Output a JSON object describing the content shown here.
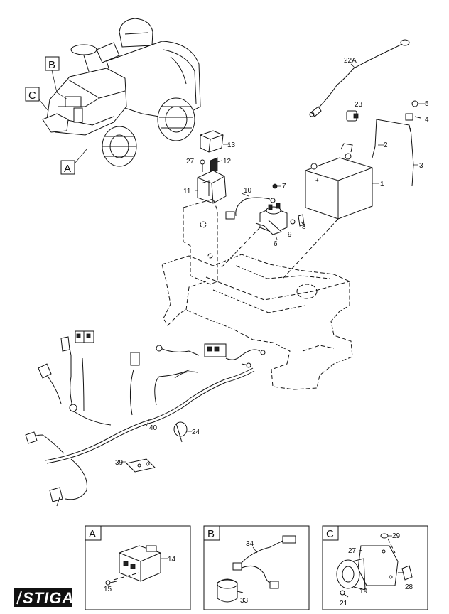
{
  "brand": {
    "logo_text": "STIGA"
  },
  "callouts": {
    "view_a": "A",
    "view_b": "B",
    "view_c": "C",
    "p1": "1",
    "p2": "2",
    "p3": "3",
    "p4": "4",
    "p5": "5",
    "p6": "6",
    "p7": "7",
    "p8": "8",
    "p9": "9",
    "p10": "10",
    "p11": "11",
    "p12": "12",
    "p13": "13",
    "p14": "14",
    "p15": "15",
    "p19": "19",
    "p21": "21",
    "p22a": "22A",
    "p23": "23",
    "p24": "24",
    "p27a": "27",
    "p27b": "27",
    "p28": "28",
    "p29": "29",
    "p33": "33",
    "p34": "34",
    "p39": "39",
    "p40": "40"
  },
  "detail_boxes": [
    {
      "letter": "A"
    },
    {
      "letter": "B"
    },
    {
      "letter": "C"
    }
  ]
}
